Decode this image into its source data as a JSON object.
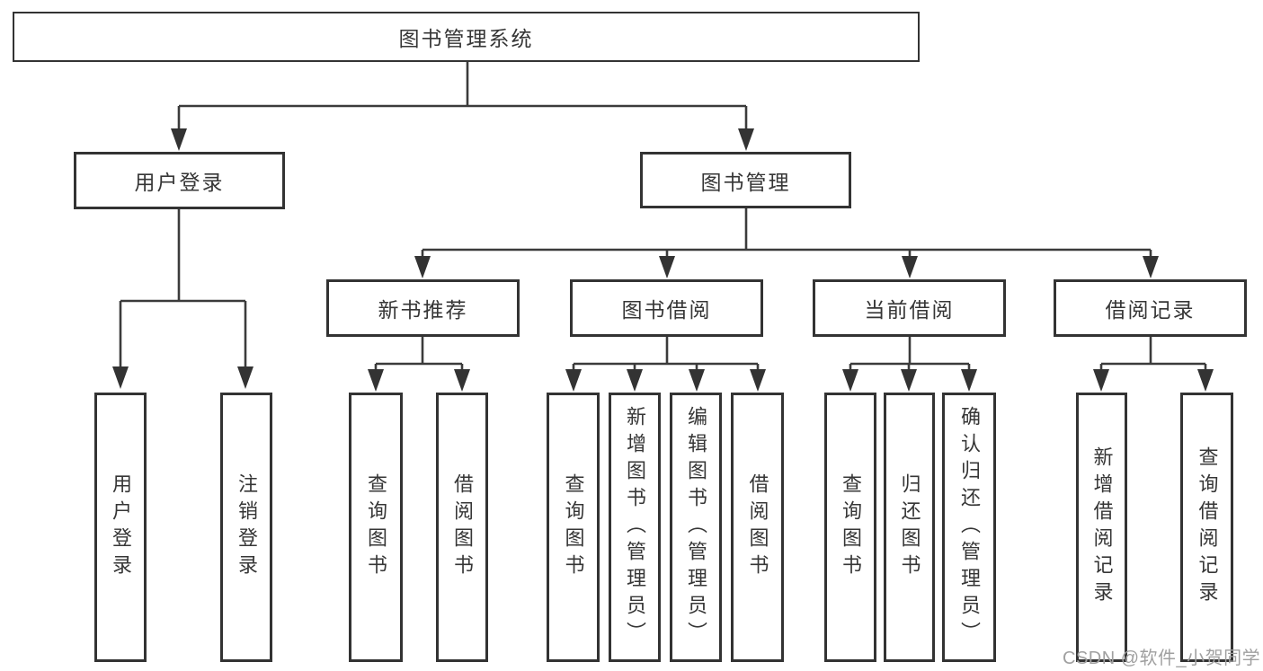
{
  "diagram": {
    "type": "hierarchy-tree",
    "title": "图书管理系统",
    "levels": 4,
    "colors": {
      "background": "#ffffff",
      "box_border": "#333333",
      "line": "#3b3b3b",
      "text": "#363636",
      "watermark": "#a0a0a0"
    },
    "nodes": {
      "root": "图书管理系统",
      "user_login": "用户登录",
      "book_mgmt": "图书管理",
      "new_book": "新书推荐",
      "book_borrow": "图书借阅",
      "current_borrow": "当前借阅",
      "borrow_record": "借阅记录",
      "ul_login": "用户登录",
      "ul_logout": "注销登录",
      "nb_query": "查询图书",
      "nb_borrow": "借阅图书",
      "bb_query": "查询图书",
      "bb_add": "新增图书（管理员）",
      "bb_edit": "编辑图书（管理员）",
      "bb_borrow": "借阅图书",
      "cb_query": "查询图书",
      "cb_return": "归还图书",
      "cb_confirm": "确认归还（管理员）",
      "br_add": "新增借阅记录",
      "br_query": "查询借阅记录"
    },
    "edges": [
      [
        "root",
        "user_login"
      ],
      [
        "root",
        "book_mgmt"
      ],
      [
        "user_login",
        "ul_login"
      ],
      [
        "user_login",
        "ul_logout"
      ],
      [
        "book_mgmt",
        "new_book"
      ],
      [
        "book_mgmt",
        "book_borrow"
      ],
      [
        "book_mgmt",
        "current_borrow"
      ],
      [
        "book_mgmt",
        "borrow_record"
      ],
      [
        "new_book",
        "nb_query"
      ],
      [
        "new_book",
        "nb_borrow"
      ],
      [
        "book_borrow",
        "bb_query"
      ],
      [
        "book_borrow",
        "bb_add"
      ],
      [
        "book_borrow",
        "bb_edit"
      ],
      [
        "book_borrow",
        "bb_borrow"
      ],
      [
        "current_borrow",
        "cb_query"
      ],
      [
        "current_borrow",
        "cb_return"
      ],
      [
        "current_borrow",
        "cb_confirm"
      ],
      [
        "borrow_record",
        "br_add"
      ],
      [
        "borrow_record",
        "br_query"
      ]
    ],
    "watermark": "CSDN @软件_小贺同学"
  }
}
